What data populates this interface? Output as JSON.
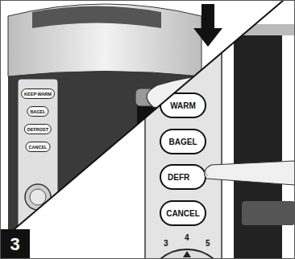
{
  "diagram": {
    "nodes": [
      {
        "text": [
          "KEEP WARM"
        ]
      },
      {
        "text": [
          "BAGEL"
        ]
      },
      {
        "text": [
          "DEFROST"
        ]
      },
      {
        "text": [
          "CANCEL"
        ]
      },
      {
        "text": [
          "WARM"
        ]
      },
      {
        "text": [
          "BAGEL"
        ]
      },
      {
        "text": [
          "DEFR"
        ]
      },
      {
        "text": [
          "CANCEL"
        ]
      },
      {
        "text": [
          "3"
        ]
      }
    ],
    "labels": [
      "3",
      "4",
      "5"
    ]
  }
}
